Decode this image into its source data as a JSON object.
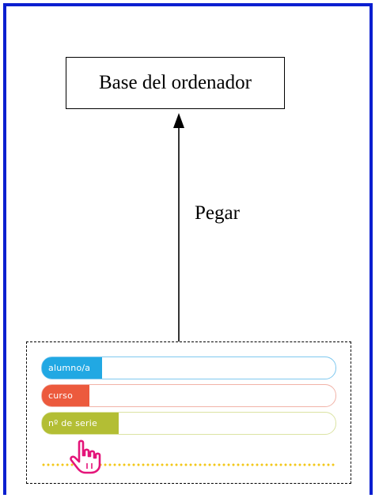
{
  "nodes": {
    "target": {
      "label": "Base del ordenador"
    }
  },
  "edges": {
    "paste": {
      "label": "Pegar"
    }
  },
  "form": {
    "fields": [
      {
        "label": "alumno/a",
        "color": "#21a8e3"
      },
      {
        "label": "curso",
        "color": "#ec5a3d"
      },
      {
        "label": "nº de serie",
        "color": "#b3be34"
      }
    ],
    "icon": "hand-pointer-icon",
    "dots_color": "#f3c81b"
  },
  "colors": {
    "frame": "#0a1fd0",
    "line": "#000000"
  }
}
